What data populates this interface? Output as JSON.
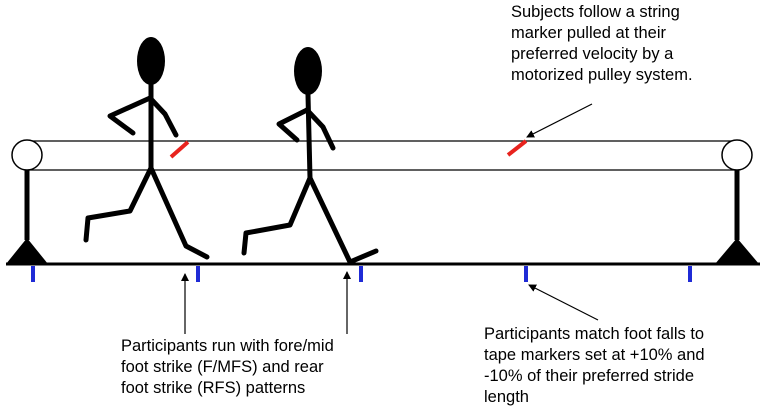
{
  "annotations": {
    "string_marker": [
      "Subjects follow a string",
      "marker pulled at their",
      "preferred velocity by a",
      "motorized pulley system."
    ],
    "foot_strike": [
      "Participants run with fore/mid",
      "foot strike (F/MFS) and rear",
      "foot strike (RFS) patterns"
    ],
    "tape_markers": [
      "Participants match foot falls to",
      "tape markers set at +10% and",
      "-10% of their preferred stride",
      "length"
    ]
  },
  "colors": {
    "line": "#000000",
    "string_marker": "#e8231e",
    "tape_marker": "#1f2bd6",
    "background": "#ffffff"
  },
  "icons": [
    "runner-figure",
    "pulley-wheel",
    "pulley-stand",
    "string-marker",
    "tape-marker"
  ]
}
